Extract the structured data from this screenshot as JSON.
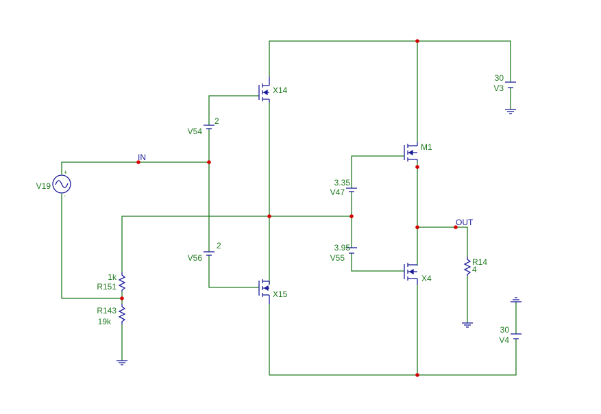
{
  "nets": {
    "input": "IN",
    "output": "OUT"
  },
  "transistors": {
    "x14": "X14",
    "x15": "X15",
    "m1": "M1",
    "x4": "X4"
  },
  "sources": {
    "v3": {
      "name": "V3",
      "value": "30"
    },
    "v4": {
      "name": "V4",
      "value": "30"
    },
    "v54": {
      "name": "V54",
      "value": "2"
    },
    "v56": {
      "name": "V56",
      "value": "2"
    },
    "v47": {
      "name": "V47",
      "value": "3.35"
    },
    "v55": {
      "name": "V55",
      "value": "3.95"
    },
    "v19": {
      "name": "V19",
      "plus": "+",
      "minus": "-"
    }
  },
  "resistors": {
    "r151": {
      "name": "R151",
      "value": "1k"
    },
    "r143": {
      "name": "R143",
      "value": "19k"
    },
    "r14": {
      "name": "R14",
      "value": "4"
    }
  },
  "colors": {
    "wire": "#1f7a1f",
    "symbol": "#1a1a9a",
    "junction": "#d40000",
    "background": "#ffffff"
  }
}
